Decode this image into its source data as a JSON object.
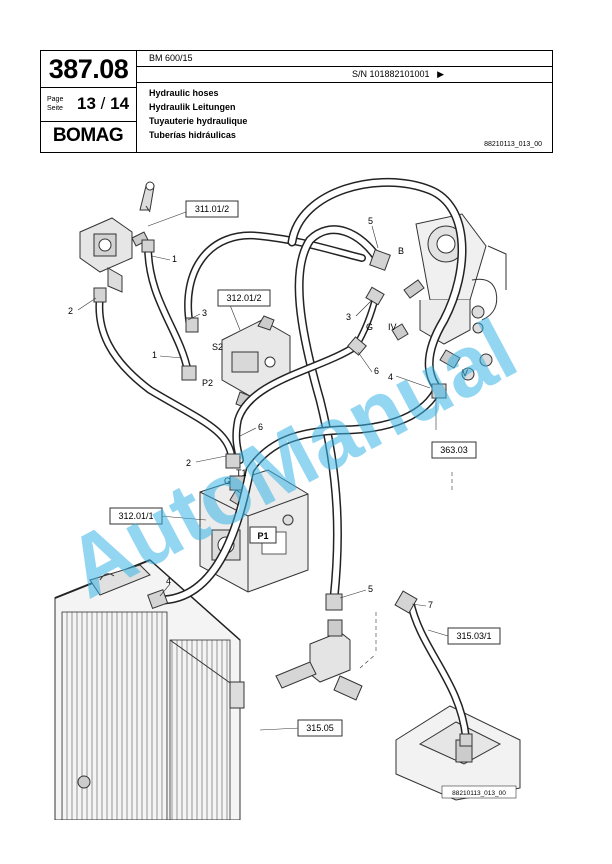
{
  "header": {
    "group_number": "387.08",
    "page_label_en": "Page",
    "page_label_de": "Seite",
    "page_current": "13",
    "page_sep": "/",
    "page_total": "14",
    "brand": "BOMAG",
    "model": "BM 600/15",
    "serial": "S/N 101882101001",
    "serial_arrow": "▶",
    "titles": [
      "Hydraulic hoses",
      "Hydraulik Leitungen",
      "Tuyauterie hydraulique",
      "Tuberías hidráulicas"
    ],
    "doc_ref": "88210113_013_00"
  },
  "diagram": {
    "ref_boxes": {
      "r311": "311.01/2",
      "r312a": "312.01/2",
      "r363": "363.03",
      "r312b": "312.01/1",
      "r315a": "315.03/1",
      "r315b": "315.05",
      "rimg": "88210113_013_00"
    },
    "port_labels": {
      "s2": "S2",
      "p2": "P2",
      "t1": "T1",
      "g1": "G",
      "g2": "G",
      "iv": "IV",
      "b": "B",
      "v": "V",
      "p1": "P1"
    },
    "callouts": {
      "c1a": "1",
      "c1b": "1",
      "c2a": "2",
      "c2b": "2",
      "c3a": "3",
      "c3b": "3",
      "c4a": "4",
      "c4b": "4",
      "c5a": "5",
      "c5b": "5",
      "c6a": "6",
      "c6b": "6",
      "c7": "7"
    }
  },
  "watermark": "AutoManual"
}
